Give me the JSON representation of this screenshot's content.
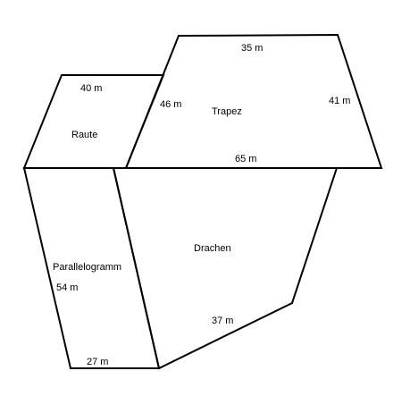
{
  "shapes": {
    "trapez": {
      "name": "Trapez",
      "top_side": "35 m",
      "left_side": "46 m",
      "right_side": "41 m",
      "bottom_side": "65 m"
    },
    "raute": {
      "name": "Raute",
      "top_side": "40 m"
    },
    "parallelogramm": {
      "name": "Parallelogramm",
      "side": "54 m",
      "bottom_side": "27 m"
    },
    "drachen": {
      "name": "Drachen",
      "side": "37 m"
    }
  },
  "colors": {
    "stroke": "#000000",
    "background": "#ffffff"
  }
}
